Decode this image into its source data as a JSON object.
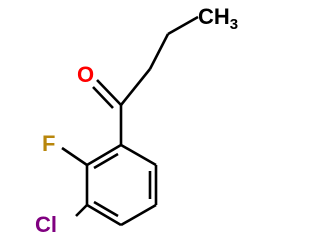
{
  "colors": {
    "carbon_bond": "#000000",
    "oxygen": "#ff0000",
    "fluorine": "#b8860b",
    "chlorine": "#800080",
    "methyl": "#000000",
    "background": "#ffffff"
  },
  "atoms": {
    "methyl": {
      "main": "CH",
      "sub": "3"
    },
    "oxygen": "O",
    "fluorine": "F",
    "chlorine": "Cl"
  }
}
